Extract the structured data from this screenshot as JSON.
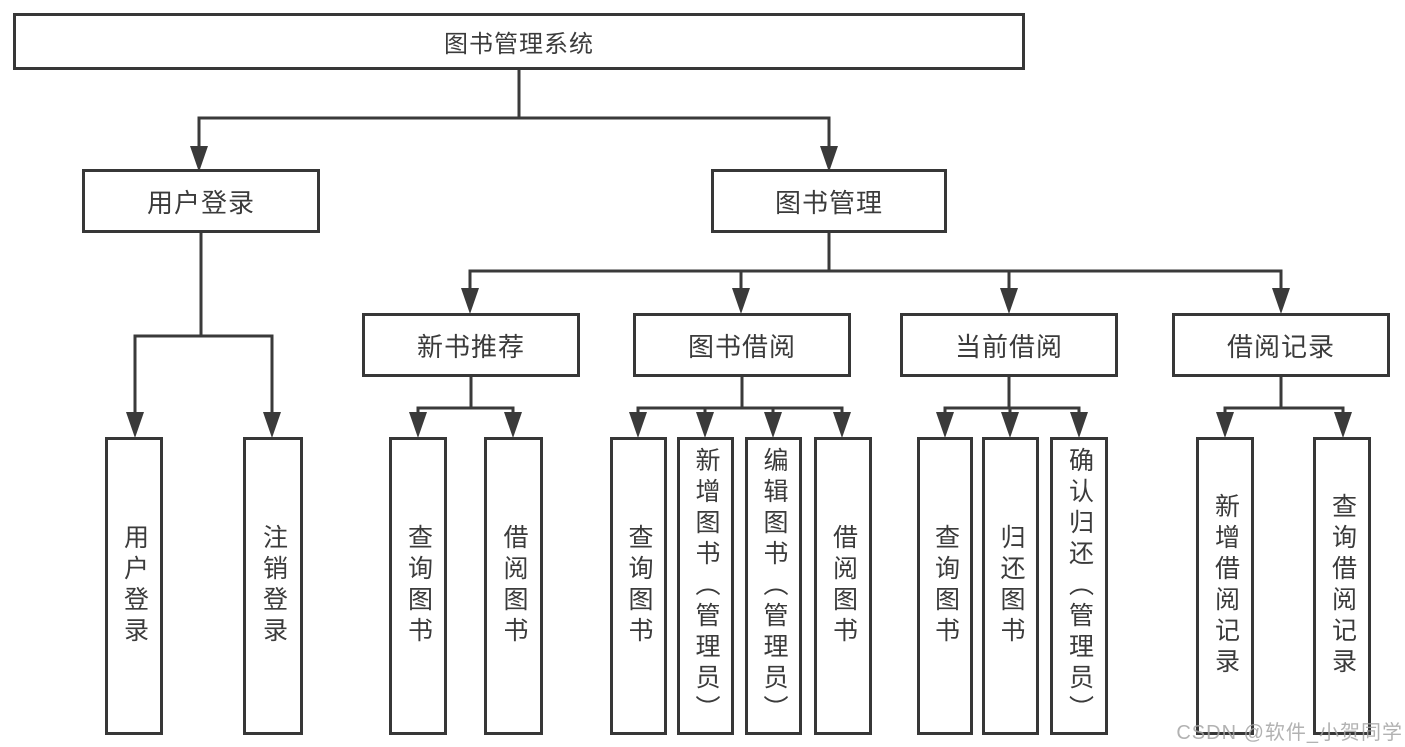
{
  "nodes": {
    "root": "图书管理系统",
    "user_login": "用户登录",
    "book_mgmt": "图书管理",
    "new_books": "新书推荐",
    "book_borrow": "图书借阅",
    "current_borrow": "当前借阅",
    "borrow_records": "借阅记录",
    "leaf_user_login": "用户登录",
    "leaf_logout": "注销登录",
    "leaf_nb_query": "查询图书",
    "leaf_nb_borrow": "借阅图书",
    "leaf_bb_query": "查询图书",
    "leaf_bb_add": "新增图书（管理员）",
    "leaf_bb_edit": "编辑图书（管理员）",
    "leaf_bb_borrow": "借阅图书",
    "leaf_cb_query": "查询图书",
    "leaf_cb_return": "归还图书",
    "leaf_cb_confirm": "确认归还（管理员）",
    "leaf_br_add": "新增借阅记录",
    "leaf_br_query": "查询借阅记录"
  },
  "hierarchy": {
    "图书管理系统": [
      "用户登录",
      "图书管理"
    ],
    "用户登录": [
      "用户登录",
      "注销登录"
    ],
    "图书管理": [
      "新书推荐",
      "图书借阅",
      "当前借阅",
      "借阅记录"
    ],
    "新书推荐": [
      "查询图书",
      "借阅图书"
    ],
    "图书借阅": [
      "查询图书",
      "新增图书（管理员）",
      "编辑图书（管理员）",
      "借阅图书"
    ],
    "当前借阅": [
      "查询图书",
      "归还图书",
      "确认归还（管理员）"
    ],
    "借阅记录": [
      "新增借阅记录",
      "查询借阅记录"
    ]
  },
  "watermark": "CSDN @软件_小贺同学",
  "colors": {
    "line": "#3a3a3a",
    "box_border": "#373737",
    "text": "#3b3b3b",
    "background": "#ffffff",
    "watermark": "#a5a5a5"
  }
}
